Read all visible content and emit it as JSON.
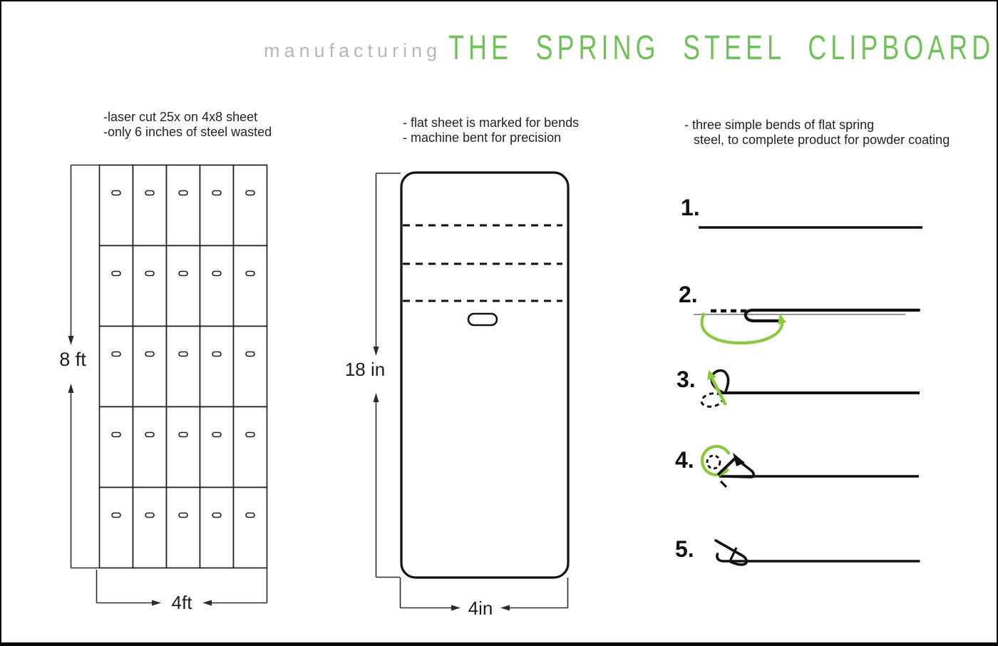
{
  "title": {
    "kicker": "manufacturing",
    "main": "THE SPRING STEEL CLIPBOARD"
  },
  "colors": {
    "title_gray": "#b5b7b9",
    "title_green": "#72c05c",
    "accent_green": "#8dc63f",
    "ink": "#1e1e1e"
  },
  "panel_cutting": {
    "note_line_1": "-laser cut 25x on 4x8 sheet",
    "note_line_2": "-only 6 inches of steel wasted",
    "sheet_grid": {
      "rows": 5,
      "cols": 5
    },
    "dim_height": "8 ft",
    "dim_width": "4ft"
  },
  "panel_bending": {
    "note_line_1": "- flat sheet is marked for bends",
    "note_line_2": "- machine bent for precision",
    "dim_height": "18 in",
    "dim_width": "4in"
  },
  "panel_steps": {
    "note_line_1": "- three simple bends of flat spring",
    "note_line_2": "steel, to complete product for powder coating",
    "steps": [
      {
        "number": "1."
      },
      {
        "number": "2."
      },
      {
        "number": "3."
      },
      {
        "number": "4."
      },
      {
        "number": "5."
      }
    ]
  }
}
